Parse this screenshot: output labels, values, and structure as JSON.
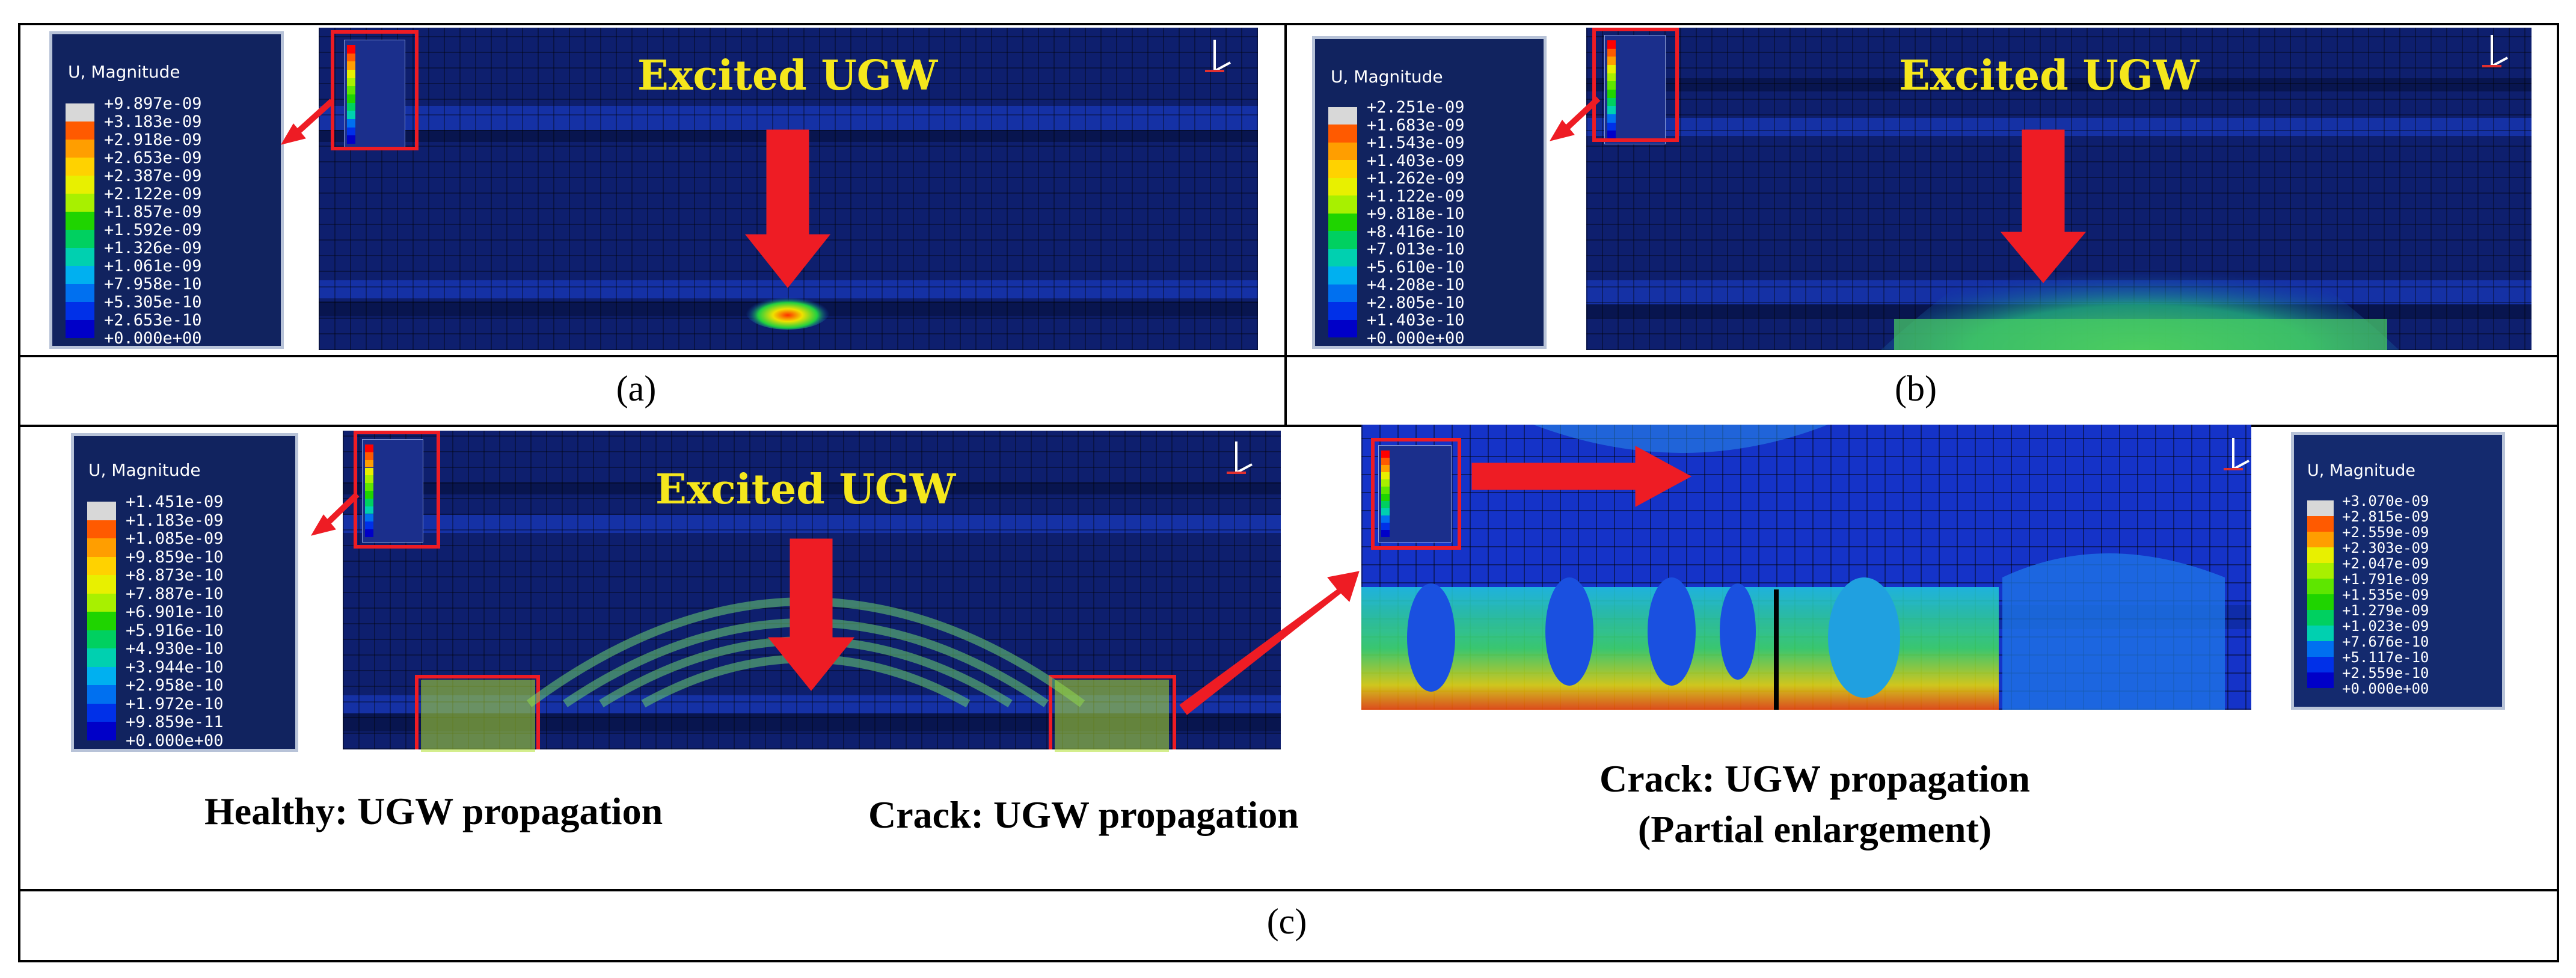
{
  "legend_title": "U, Magnitude",
  "excited_label": "Excited UGW",
  "captions": {
    "a": "(a)",
    "b": "(b)",
    "c": "(c)"
  },
  "labels_c": {
    "healthy": "Healthy: UGW propagation",
    "crack": "Crack: UGW propagation",
    "crack_zoom_line1": "Crack: UGW propagation",
    "crack_zoom_line2": "(Partial enlargement)"
  },
  "legends": {
    "a": [
      "+9.897e-09",
      "+3.183e-09",
      "+2.918e-09",
      "+2.653e-09",
      "+2.387e-09",
      "+2.122e-09",
      "+1.857e-09",
      "+1.592e-09",
      "+1.326e-09",
      "+1.061e-09",
      "+7.958e-10",
      "+5.305e-10",
      "+2.653e-10",
      "+0.000e+00"
    ],
    "b": [
      "+2.251e-09",
      "+1.683e-09",
      "+1.543e-09",
      "+1.403e-09",
      "+1.262e-09",
      "+1.122e-09",
      "+9.818e-10",
      "+8.416e-10",
      "+7.013e-10",
      "+5.610e-10",
      "+4.208e-10",
      "+2.805e-10",
      "+1.403e-10",
      "+0.000e+00"
    ],
    "c_left": [
      "+1.451e-09",
      "+1.183e-09",
      "+1.085e-09",
      "+9.859e-10",
      "+8.873e-10",
      "+7.887e-10",
      "+6.901e-10",
      "+5.916e-10",
      "+4.930e-10",
      "+3.944e-10",
      "+2.958e-10",
      "+1.972e-10",
      "+9.859e-11",
      "+0.000e+00"
    ],
    "c_right": [
      "+3.070e-09",
      "+2.815e-09",
      "+2.559e-09",
      "+2.303e-09",
      "+2.047e-09",
      "+1.791e-09",
      "+1.535e-09",
      "+1.279e-09",
      "+1.023e-09",
      "+7.676e-10",
      "+5.117e-10",
      "+2.559e-10",
      "+0.000e+00"
    ]
  },
  "colors": {
    "red": "#ee1c24",
    "yellow": "#f5e71c",
    "scale": [
      "#ff0000",
      "#ff5a00",
      "#ff9e00",
      "#ffd200",
      "#e8f000",
      "#a8f000",
      "#5ee600",
      "#1fd400",
      "#00d060",
      "#00d0b0",
      "#00b0f0",
      "#0070f0",
      "#0030e8",
      "#0000c8"
    ]
  }
}
